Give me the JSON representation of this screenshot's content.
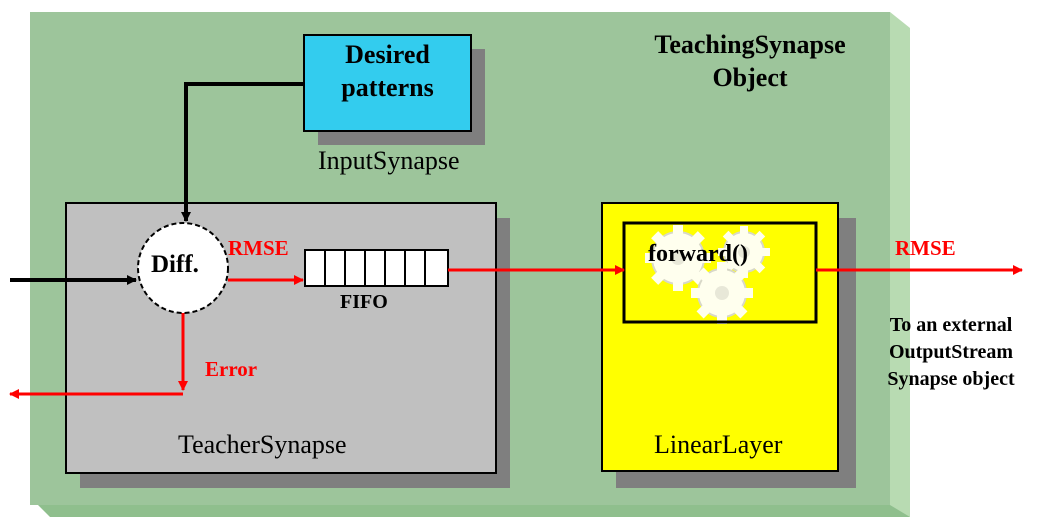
{
  "colors": {
    "outer_panel": "#9dc59b",
    "outer_panel_side": "#b8dbb2",
    "outer_panel_shadow": "#88b286",
    "input_box": "#33ccee",
    "teacher_box": "#c0c0c0",
    "linear_box": "#ffff00",
    "shadow": "#7f7f7f",
    "arrow_red": "#ff0000",
    "arrow_black": "#000000"
  },
  "title": {
    "line1": "TeachingSynapse",
    "line2": "Object"
  },
  "input_box": {
    "line1": "Desired",
    "line2": "patterns",
    "caption": "InputSynapse"
  },
  "teacher": {
    "caption": "TeacherSynapse",
    "diff_label": "Diff.",
    "fifo_label": "FIFO",
    "rmse_label": "RMSE",
    "error_label": "Error"
  },
  "linear": {
    "caption": "LinearLayer",
    "method_label": "forward()"
  },
  "output": {
    "rmse_label": "RMSE",
    "line1": "To an external",
    "line2": "OutputStream",
    "line3": "Synapse object"
  }
}
